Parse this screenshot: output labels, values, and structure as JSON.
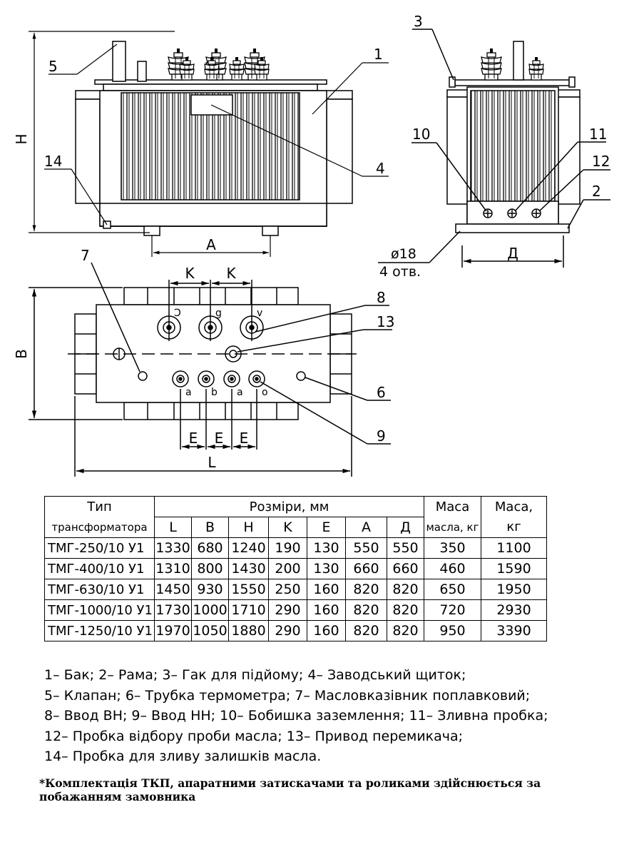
{
  "callouts": {
    "n1": "1",
    "n2": "2",
    "n3": "3",
    "n4": "4",
    "n5": "5",
    "n6": "6",
    "n7": "7",
    "n8": "8",
    "n9": "9",
    "n10": "10",
    "n11": "11",
    "n12": "12",
    "n13": "13",
    "n14": "14"
  },
  "dims": {
    "H": "H",
    "A": "A",
    "D": "Д",
    "B": "B",
    "L": "L",
    "K": "K",
    "E": "E",
    "hole_dia": "ø18",
    "hole_count": "4 отв."
  },
  "terminals": {
    "hv": [
      "Ͻ",
      "g",
      "v"
    ],
    "lv": [
      "a",
      "b",
      "a",
      "o"
    ]
  },
  "table": {
    "col_type_1": "Тип",
    "col_type_2": "трансформатора",
    "col_dims": "Розміри, мм",
    "dim_cols": [
      "L",
      "B",
      "H",
      "K",
      "E",
      "A",
      "Д"
    ],
    "col_oil_1": "Маса",
    "col_oil_2": "масла, кг",
    "col_mass_1": "Маса,",
    "col_mass_2": "кг",
    "rows": [
      [
        "ТМГ-250/10 У1",
        "1330",
        "680",
        "1240",
        "190",
        "130",
        "550",
        "550",
        "350",
        "1100"
      ],
      [
        "ТМГ-400/10 У1",
        "1310",
        "800",
        "1430",
        "200",
        "130",
        "660",
        "660",
        "460",
        "1590"
      ],
      [
        "ТМГ-630/10 У1",
        "1450",
        "930",
        "1550",
        "250",
        "160",
        "820",
        "820",
        "650",
        "1950"
      ],
      [
        "ТМГ-1000/10 У1",
        "1730",
        "1000",
        "1710",
        "290",
        "160",
        "820",
        "820",
        "720",
        "2930"
      ],
      [
        "ТМГ-1250/10 У1",
        "1970",
        "1050",
        "1880",
        "290",
        "160",
        "820",
        "820",
        "950",
        "3390"
      ]
    ]
  },
  "legend": [
    "1– Бак; 2– Рама; 3– Гак для підйому; 4– Заводський щиток;",
    "5– Клапан; 6– Трубка термометра; 7– Масловказівник поплавковий;",
    "8– Ввод ВН; 9– Ввод НН; 10– Бобишка заземлення; 11– Зливна пробка;",
    "12– Пробка відбору проби масла; 13– Привод перемикача;",
    "14– Пробка для зливу залишків масла."
  ],
  "note": "*Комплектація ТКП, апаратними затискачами та роликами здійснюється за побажанням замовника"
}
